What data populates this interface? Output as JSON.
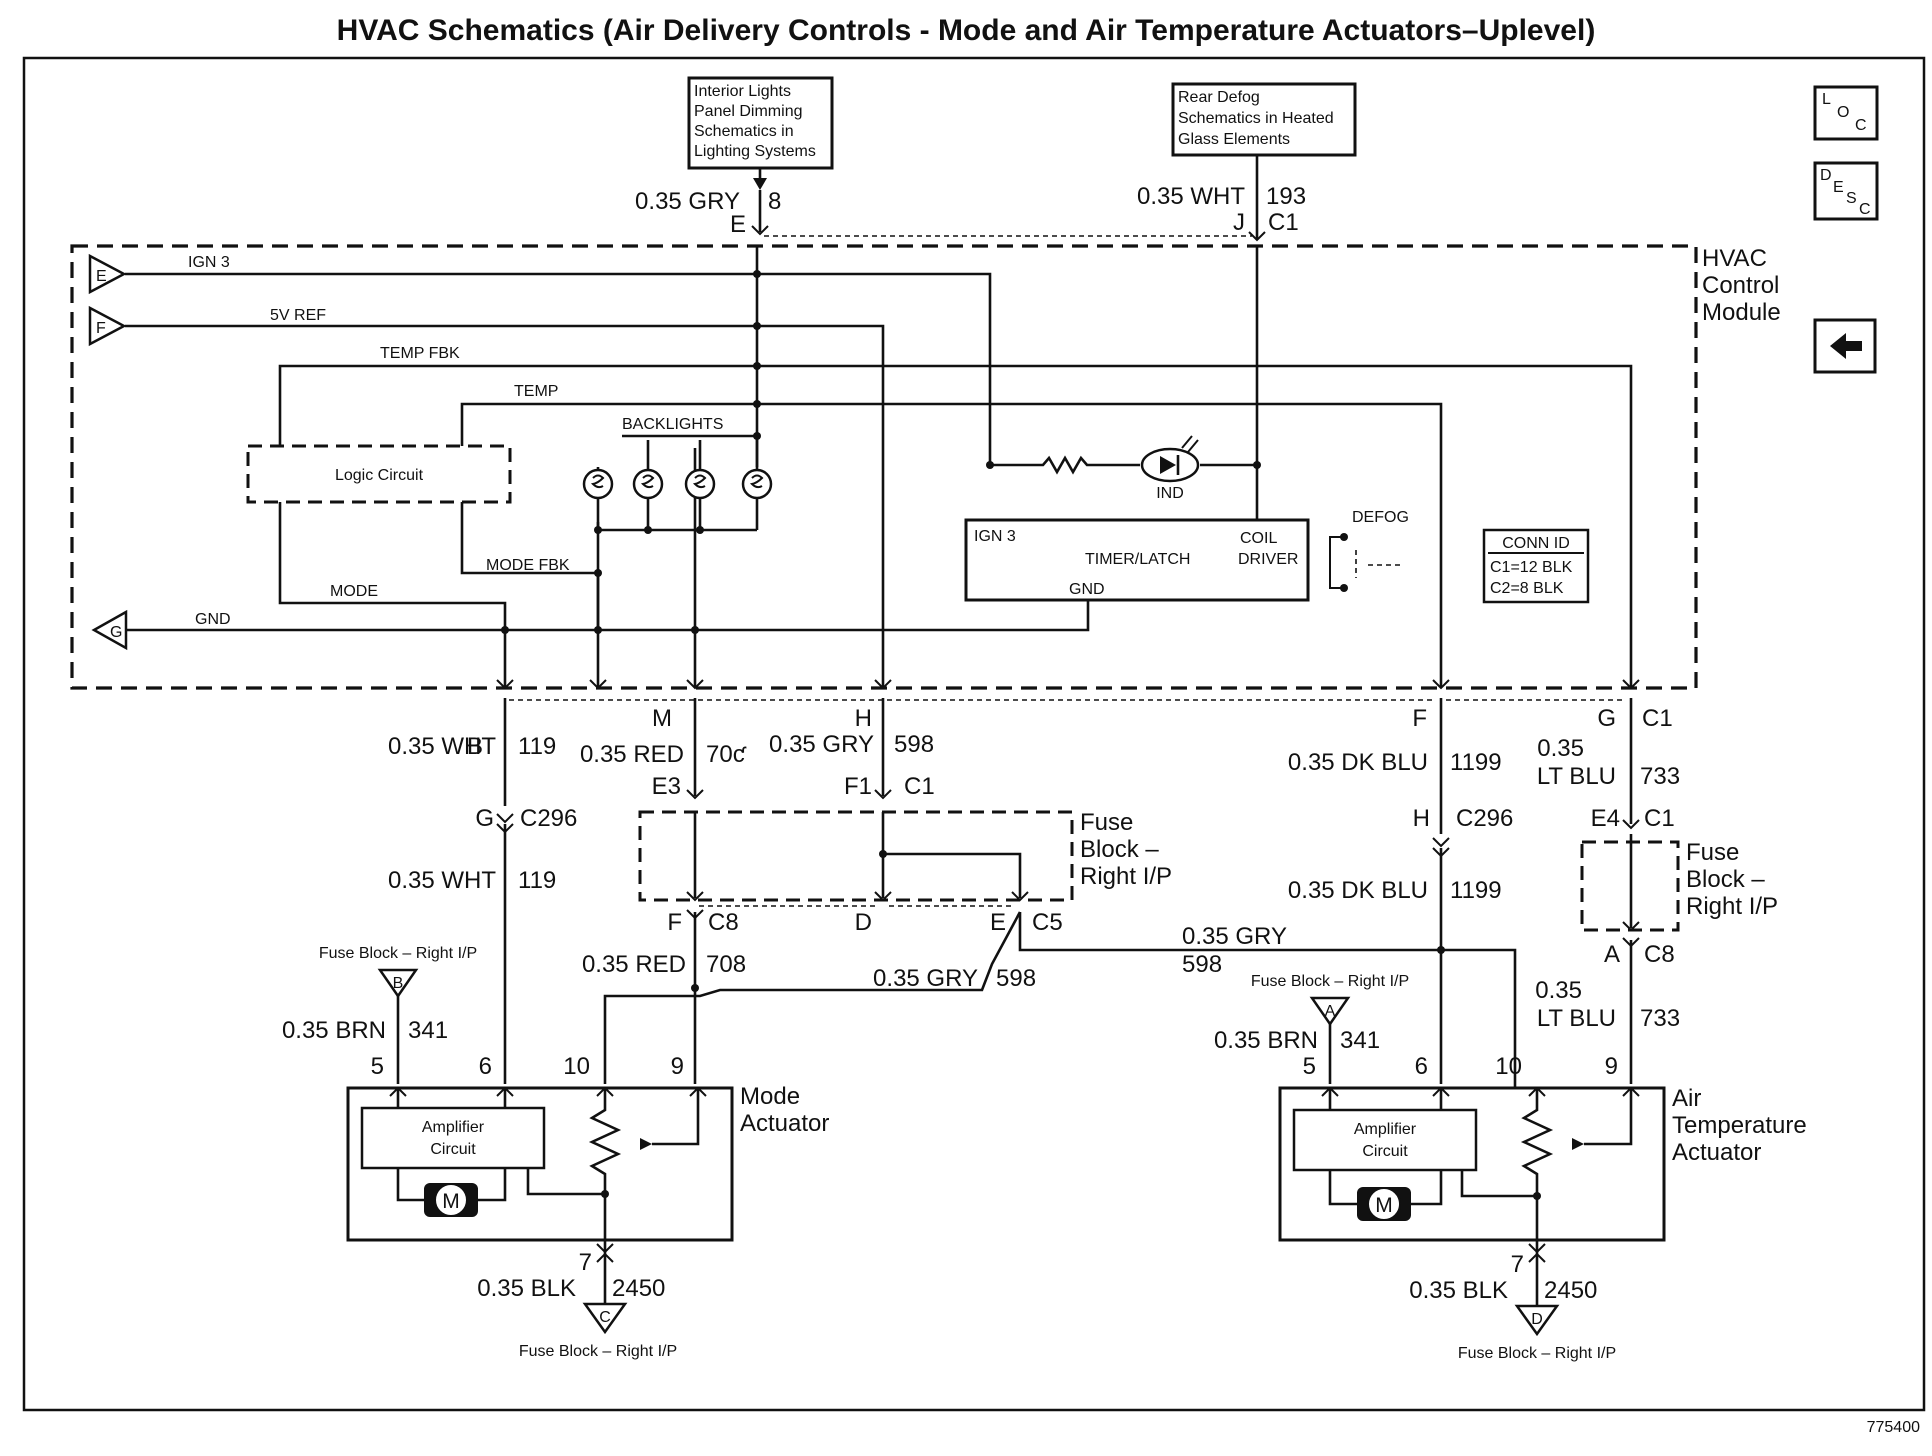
{
  "title": "HVAC Schematics (Air Delivery Controls - Mode and Air Temperature Actuators–Uplevel)",
  "figure_number": "775400",
  "nav": {
    "loc": [
      "L",
      "O",
      "C"
    ],
    "desc": [
      "D",
      "E",
      "S",
      "C"
    ],
    "back_arrow": "⬅"
  },
  "refs": {
    "interior_lights": [
      "Interior Lights",
      "Panel Dimming",
      "Schematics in",
      "Lighting Systems"
    ],
    "rear_defog": [
      "Rear Defog",
      "Schematics in Heated",
      "Glass Elements"
    ]
  },
  "module": {
    "name": [
      "HVAC",
      "Control",
      "Module"
    ]
  },
  "top_wires": {
    "gry": {
      "wire": "0.35 GRY",
      "circuit": "8",
      "pin": "E"
    },
    "wht": {
      "wire": "0.35 WHT",
      "circuit": "193",
      "pin": "J",
      "conn": "C1"
    }
  },
  "internal": {
    "ign3": "IGN 3",
    "ref5v": "5V REF",
    "temp_fbk": "TEMP FBK",
    "temp": "TEMP",
    "backlights": "BACKLIGHTS",
    "logic": "Logic Circuit",
    "mode_fbk": "MODE FBK",
    "mode": "MODE",
    "gnd": "GND",
    "ind": "IND",
    "defog": "DEFOG",
    "timer": {
      "ign3": "IGN 3",
      "label": "TIMER/LATCH",
      "coil1": "COIL",
      "coil2": "DRIVER",
      "gnd": "GND"
    },
    "conn_id": {
      "title": "CONN ID",
      "c1": "C1=12 BLK",
      "c2": "C2=8 BLK"
    },
    "tri_e": "E",
    "tri_f": "F",
    "tri_g": "G"
  },
  "pins": {
    "b": "B",
    "m": "M",
    "h": "H",
    "f": "F",
    "g": "G",
    "c1": "C1",
    "e3": "E3",
    "f1": "F1",
    "c1b": "C1",
    "g2": "G",
    "c296": "C296",
    "h2": "H",
    "c296b": "C296",
    "e4": "E4",
    "c1c": "C1",
    "f2": "F",
    "c8": "C8",
    "d": "D",
    "e2": "E",
    "c5": "C5",
    "a": "A",
    "c8b": "C8"
  },
  "wires": {
    "wht119a": {
      "wire": "0.35 WHT",
      "circuit": "119"
    },
    "red700": {
      "wire": "0.35 RED",
      "circuit": "70ƈ"
    },
    "gry598a": {
      "wire": "0.35 GRY",
      "circuit": "598"
    },
    "dkblu1199a": {
      "wire": "0.35 DK BLU",
      "circuit": "1199"
    },
    "ltblu733a": {
      "wire1": "0.35",
      "wire2": "LT BLU",
      "circuit": "733"
    },
    "wht119b": {
      "wire": "0.35 WHT",
      "circuit": "119"
    },
    "dkblu1199b": {
      "wire": "0.35 DK BLU",
      "circuit": "1199"
    },
    "red708": {
      "wire": "0.35 RED",
      "circuit": "708"
    },
    "gry598b": {
      "wire": "0.35 GRY",
      "circuit": "598"
    },
    "gry598c": {
      "wire": "0.35 GRY",
      "circuit": "598"
    },
    "ltblu733b": {
      "wire1": "0.35",
      "wire2": "LT BLU",
      "circuit": "733"
    },
    "brn341a": {
      "wire": "0.35 BRN",
      "circuit": "341"
    },
    "brn341b": {
      "wire": "0.35 BRN",
      "circuit": "341"
    },
    "blk2450a": {
      "wire": "0.35 BLK",
      "circuit": "2450"
    },
    "blk2450b": {
      "wire": "0.35 BLK",
      "circuit": "2450"
    }
  },
  "fuse_blocks": {
    "center": [
      "Fuse",
      "Block –",
      "Right I/P"
    ],
    "right": [
      "Fuse",
      "Block –",
      "Right I/P"
    ],
    "tri_b": {
      "label": "Fuse Block – Right I/P",
      "letter": "B"
    },
    "tri_a": {
      "label": "Fuse Block – Right I/P",
      "letter": "A"
    },
    "tri_c": {
      "label": "Fuse Block – Right I/P",
      "letter": "C"
    },
    "tri_d": {
      "label": "Fuse Block – Right I/P",
      "letter": "D"
    }
  },
  "actuators": {
    "mode": {
      "name": [
        "Mode",
        "Actuator"
      ],
      "amp": [
        "Amplifier",
        "Circuit"
      ],
      "motor": "M",
      "pins": {
        "p5": "5",
        "p6": "6",
        "p10": "10",
        "p9": "9",
        "p7": "7"
      }
    },
    "air": {
      "name": [
        "Air",
        "Temperature",
        "Actuator"
      ],
      "amp": [
        "Amplifier",
        "Circuit"
      ],
      "motor": "M",
      "pins": {
        "p5": "5",
        "p6": "6",
        "p10": "10",
        "p9": "9",
        "p7": "7"
      }
    }
  }
}
